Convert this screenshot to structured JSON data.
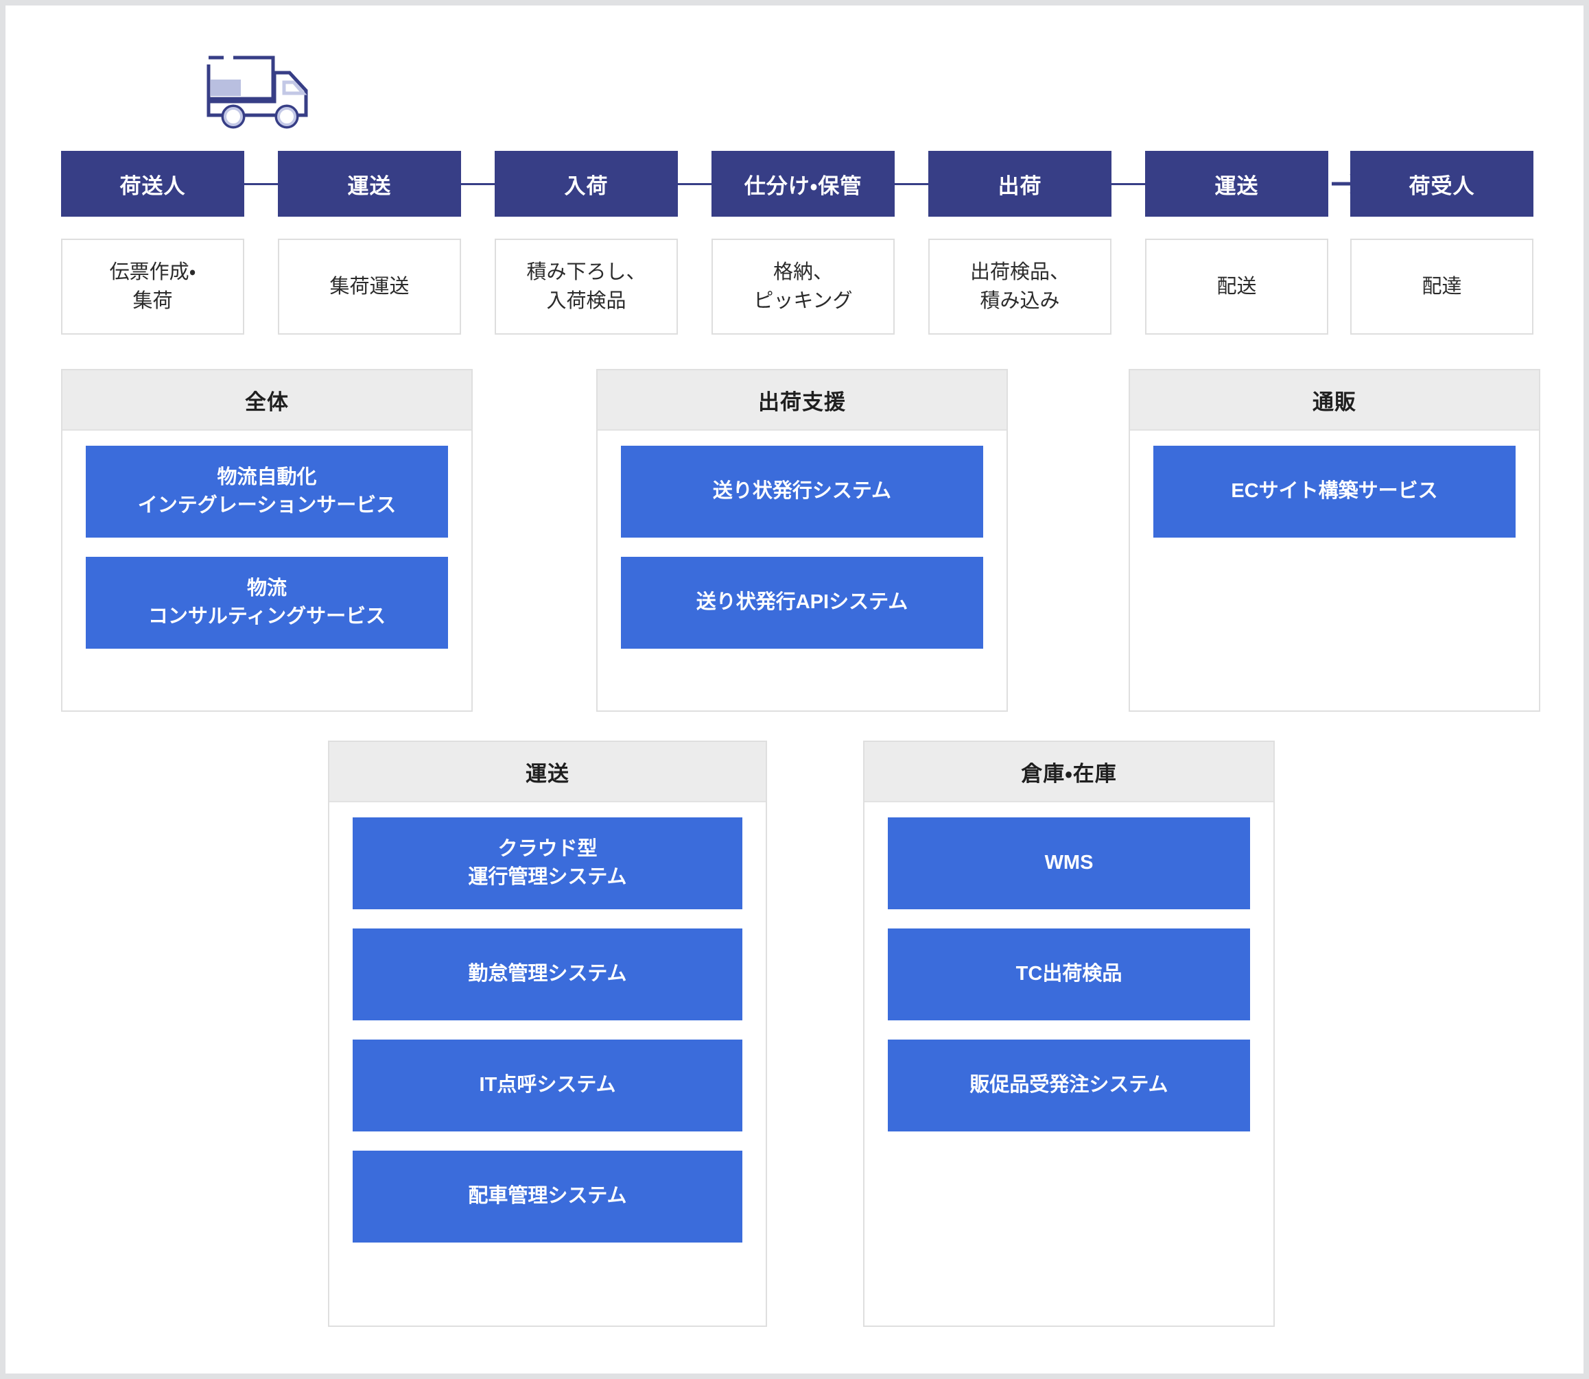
{
  "icon": {
    "truck": "delivery-truck-icon"
  },
  "colors": {
    "flow_box": "#373e86",
    "service_box": "#3b6cdb",
    "panel_header": "#ececec",
    "panel_border": "#dfdfdf",
    "page_background": "#ffffff"
  },
  "flow": {
    "steps": [
      {
        "label": "荷送人",
        "task": "伝票作成・\n集荷"
      },
      {
        "label": "運送",
        "task": "集荷運送"
      },
      {
        "label": "入荷",
        "task": "積み下ろし、\n入荷検品"
      },
      {
        "label": "仕分け・保管",
        "task": "格納、\nピッキング"
      },
      {
        "label": "出荷",
        "task": "出荷検品、\n積み込み"
      },
      {
        "label": "運送",
        "task": "配送"
      },
      {
        "label": "荷受人",
        "task": "配達"
      }
    ],
    "connector_type": "line",
    "arrow_before_last": "arrow-right-icon"
  },
  "panels": [
    {
      "id": "zentai",
      "title": "全体",
      "services": [
        "物流自動化\nインテグレーションサービス",
        "物流\nコンサルティングサービス"
      ]
    },
    {
      "id": "shukka-shien",
      "title": "出荷支援",
      "services": [
        "送り状発行システム",
        "送り状発行APIシステム"
      ]
    },
    {
      "id": "tsuhan",
      "title": "通販",
      "services": [
        "ECサイト構築サービス"
      ]
    },
    {
      "id": "unso",
      "title": "運送",
      "services": [
        "クラウド型\n運行管理システム",
        "勤怠管理システム",
        "IT点呼システム",
        "配車管理システム"
      ]
    },
    {
      "id": "soko-zaiko",
      "title": "倉庫・在庫",
      "services": [
        "WMS",
        "TC出荷検品",
        "販促品受発注システム"
      ]
    }
  ]
}
